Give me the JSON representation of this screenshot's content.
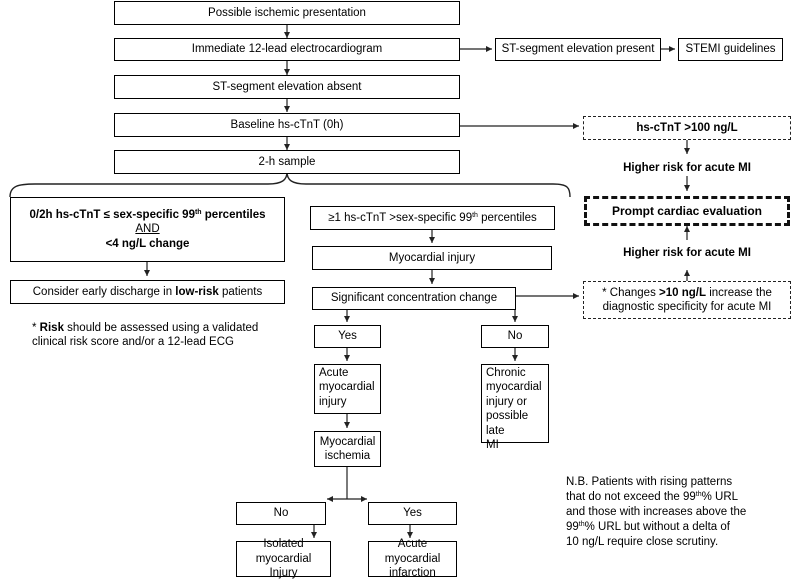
{
  "nodes": {
    "possible_ischemic": "Possible ischemic presentation",
    "ecg": "Immediate 12-lead electrocardiogram",
    "st_present": "ST-segment elevation present",
    "stemi": "STEMI guidelines",
    "st_absent": "ST-segment elevation absent",
    "baseline": "Baseline hs-cTnT (0h)",
    "sample_2h": "2-h sample",
    "hs_100": "hs-cTnT >100 ng/L",
    "higher_risk_top": "Higher risk for acute MI",
    "prompt_eval": "Prompt cardiac evaluation",
    "higher_risk_bottom": "Higher risk for acute MI",
    "low_a": "0/2h hs-cTnT ≤ sex-specific 99",
    "low_sup": "th",
    "low_b": " percentiles",
    "and": "AND",
    "low_c": "<4 ng/L change",
    "discharge_a": "Consider early discharge in ",
    "discharge_b": "low-risk",
    "discharge_c": " patients",
    "risk_a": "* ",
    "risk_b": "Risk",
    "risk_c": " should be assessed using a validated",
    "risk_d": "clinical risk score and/or a 12-lead ECG",
    "above_a": "≥1 hs-cTnT >sex-specific 99",
    "above_sup": "th",
    "above_b": " percentiles",
    "myocardial_injury": "Myocardial injury",
    "sig_change": "Significant concentration change",
    "changes_a": "* Changes ",
    "changes_b": ">10 ng/L",
    "changes_c": " increase the",
    "changes_d": "diagnostic specificity for acute MI",
    "yes1": "Yes",
    "no1": "No",
    "acute_injury": [
      "Acute",
      "myocardial",
      "injury"
    ],
    "chronic": [
      "Chronic",
      "myocardial",
      "injury or",
      "possible late",
      "MI"
    ],
    "ischemia": [
      "Myocardial",
      "ischemia"
    ],
    "no2": "No",
    "yes2": "Yes",
    "isolated": [
      "Isolated",
      "myocardial Injury"
    ],
    "ami": [
      "Acute myocardial",
      "infarction"
    ]
  },
  "note": {
    "l1": "N.B.  Patients with rising  patterns",
    "l2a": "that do not exceed the 99",
    "l2sup": "th",
    "l2b": "% URL",
    "l3": "and those with increases above the",
    "l4a": "99",
    "l4sup": "th",
    "l4b": "% URL but without a delta of",
    "l5": "10 ng/L require close scrutiny."
  }
}
